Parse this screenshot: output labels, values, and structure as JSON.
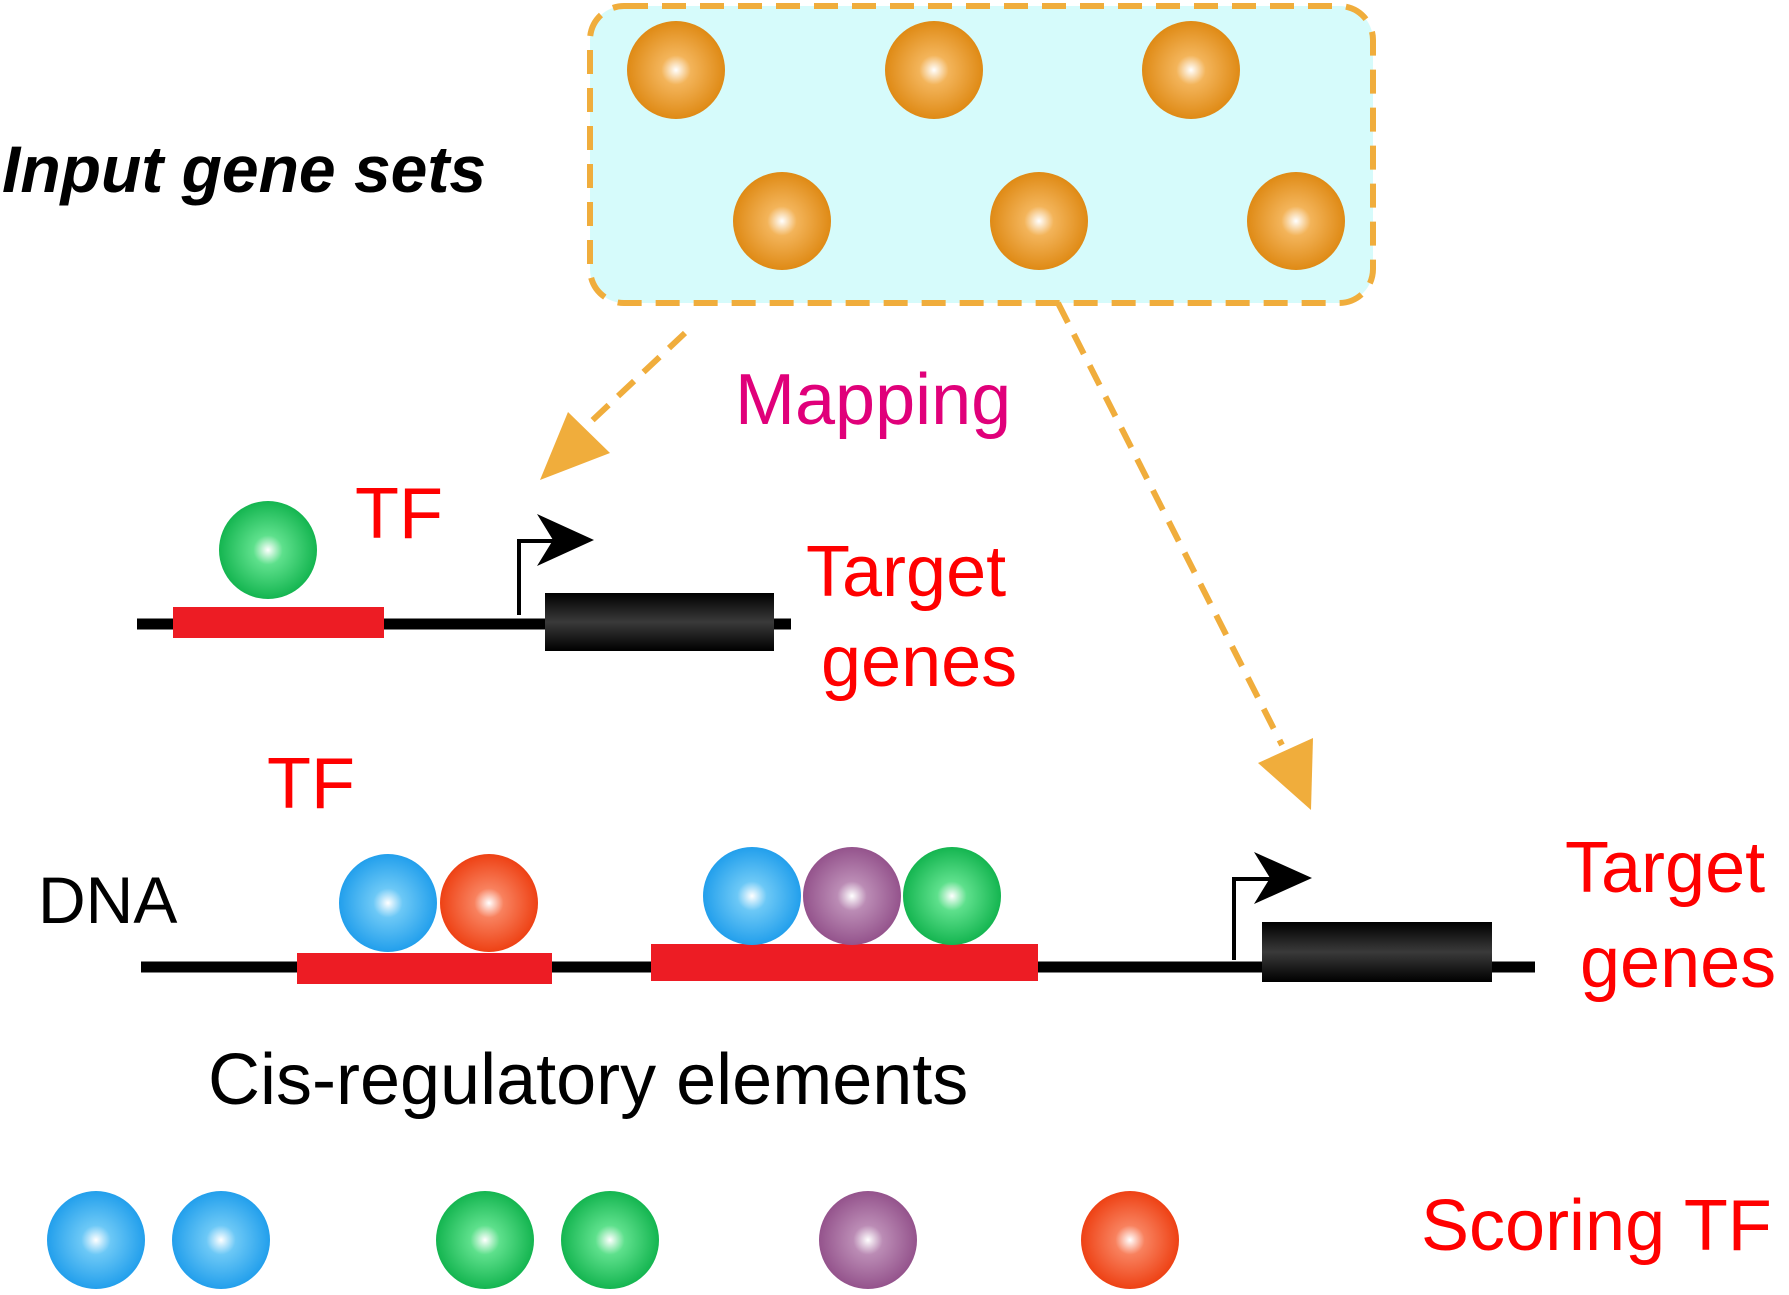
{
  "labels": {
    "input_gene_sets": "Input gene sets",
    "mapping": "Mapping",
    "tf_top": "TF",
    "target_genes_top_line1": "Target",
    "target_genes_top_line2": "genes",
    "tf_bottom": "TF",
    "dna": "DNA",
    "target_genes_bottom_line1": "Target",
    "target_genes_bottom_line2": "genes",
    "cis_regulatory_elements": "Cis-regulatory elements",
    "scoring_tf": "Scoring TF"
  },
  "colors": {
    "gene_ball": "#e8901e",
    "gene_box_fill": "#d6fbfb",
    "gene_box_border": "#f0ad3c",
    "mapping_text": "#e0007a",
    "red_label": "#ff0000",
    "cre_bar": "#ed1c24",
    "tf_green": "#1cc15a",
    "tf_blue": "#2ea8f0",
    "tf_red": "#f04a1e",
    "tf_purple": "#9a5a92",
    "dna_line": "#000000",
    "gene_block": "#111111"
  },
  "icons": {
    "gene": "orange-sphere",
    "tf": "colored-sphere",
    "tss": "right-angle-arrow"
  }
}
